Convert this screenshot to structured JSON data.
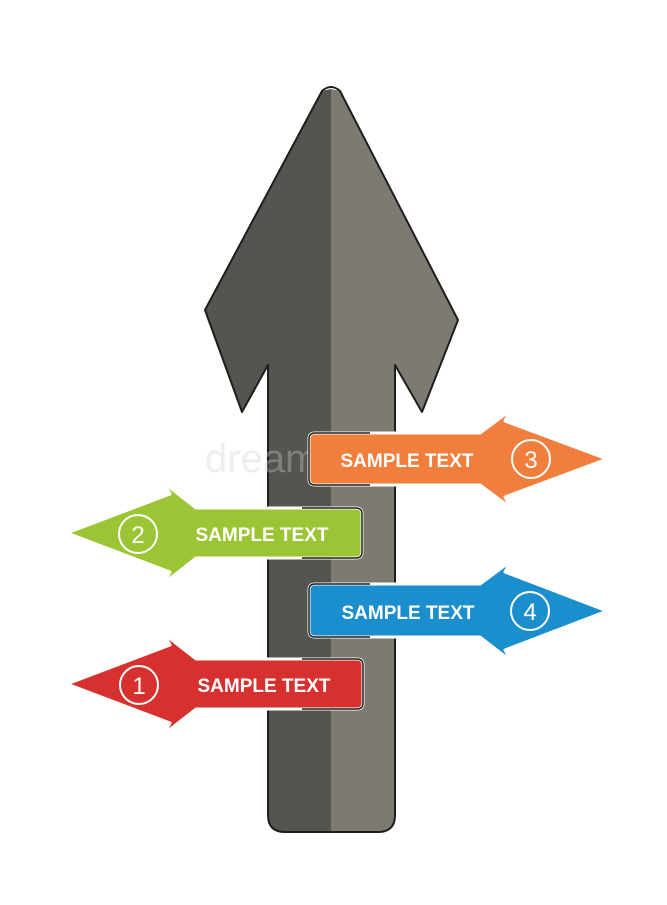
{
  "colors": {
    "main_arrow_dark": "#56544f",
    "main_arrow_light": "#7d7b71",
    "outline": "#1e1e1e",
    "red": "#d7312f",
    "green": "#9bc534",
    "blue": "#1b8ecd",
    "orange": "#f07f3e",
    "text": "#ffffff"
  },
  "steps": [
    {
      "number": "1",
      "label": "SAMPLE TEXT",
      "direction": "left",
      "color": "#d7312f"
    },
    {
      "number": "2",
      "label": "SAMPLE TEXT",
      "direction": "left",
      "color": "#9bc534"
    },
    {
      "number": "3",
      "label": "SAMPLE TEXT",
      "direction": "right",
      "color": "#f07f3e"
    },
    {
      "number": "4",
      "label": "SAMPLE TEXT",
      "direction": "right",
      "color": "#1b8ecd"
    }
  ],
  "watermark": "dreamstime"
}
